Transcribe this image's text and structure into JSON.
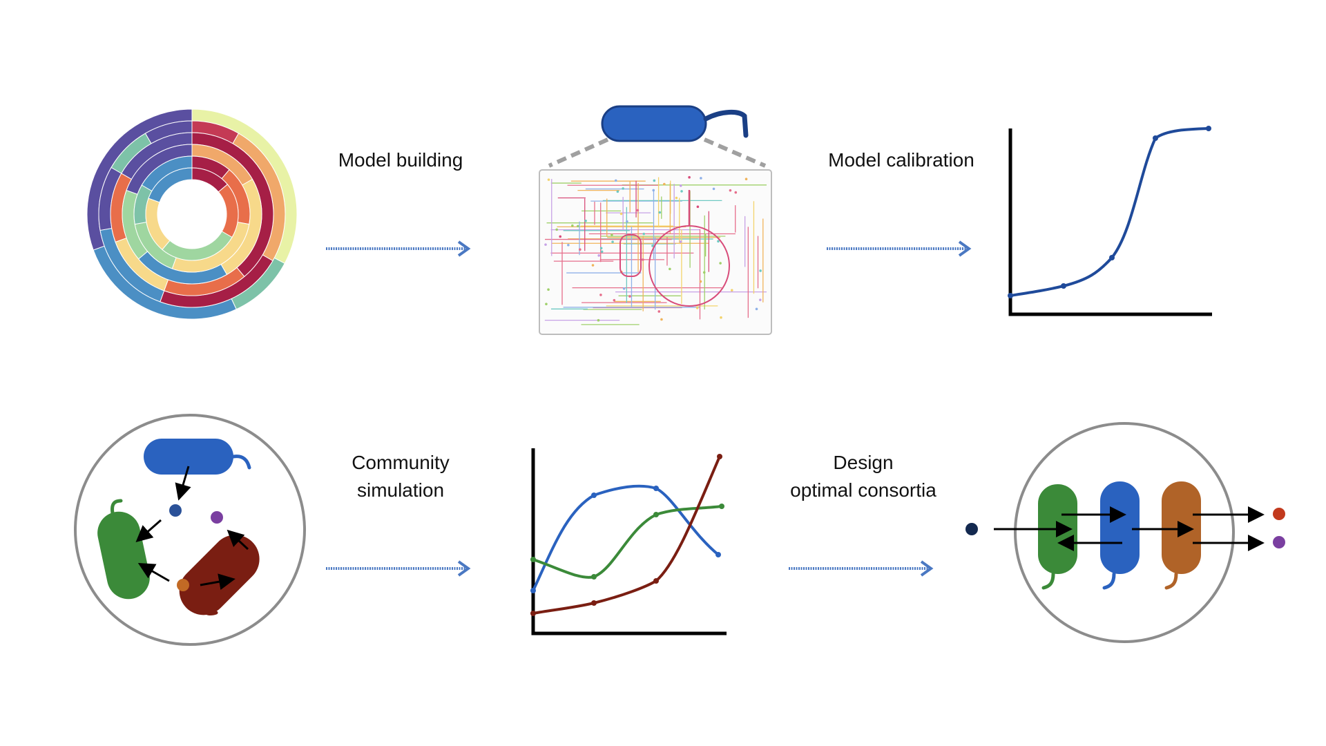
{
  "steps": {
    "model_building": "Model building",
    "model_calibration": "Model calibration",
    "community_simulation": [
      "Community",
      "simulation"
    ],
    "design_consortia": [
      "Design",
      "optimal consortia"
    ]
  },
  "icons": {
    "genome_rings": "circular-genome-plot-icon",
    "metabolic_map": "metabolic-network-map-icon",
    "calibration_curve": "sigmoid-growth-curve-icon",
    "community": "microbial-community-icon",
    "simulation_plot": "population-dynamics-plot-icon",
    "consortium": "designed-consortium-icon"
  },
  "colors": {
    "blue_cell": "#2a62bf",
    "green_cell": "#3b8a39",
    "red_cell": "#7a1e12",
    "orange_cell": "#b06328",
    "arrow": "#4a78c2",
    "curve": "#1f4a9a"
  }
}
